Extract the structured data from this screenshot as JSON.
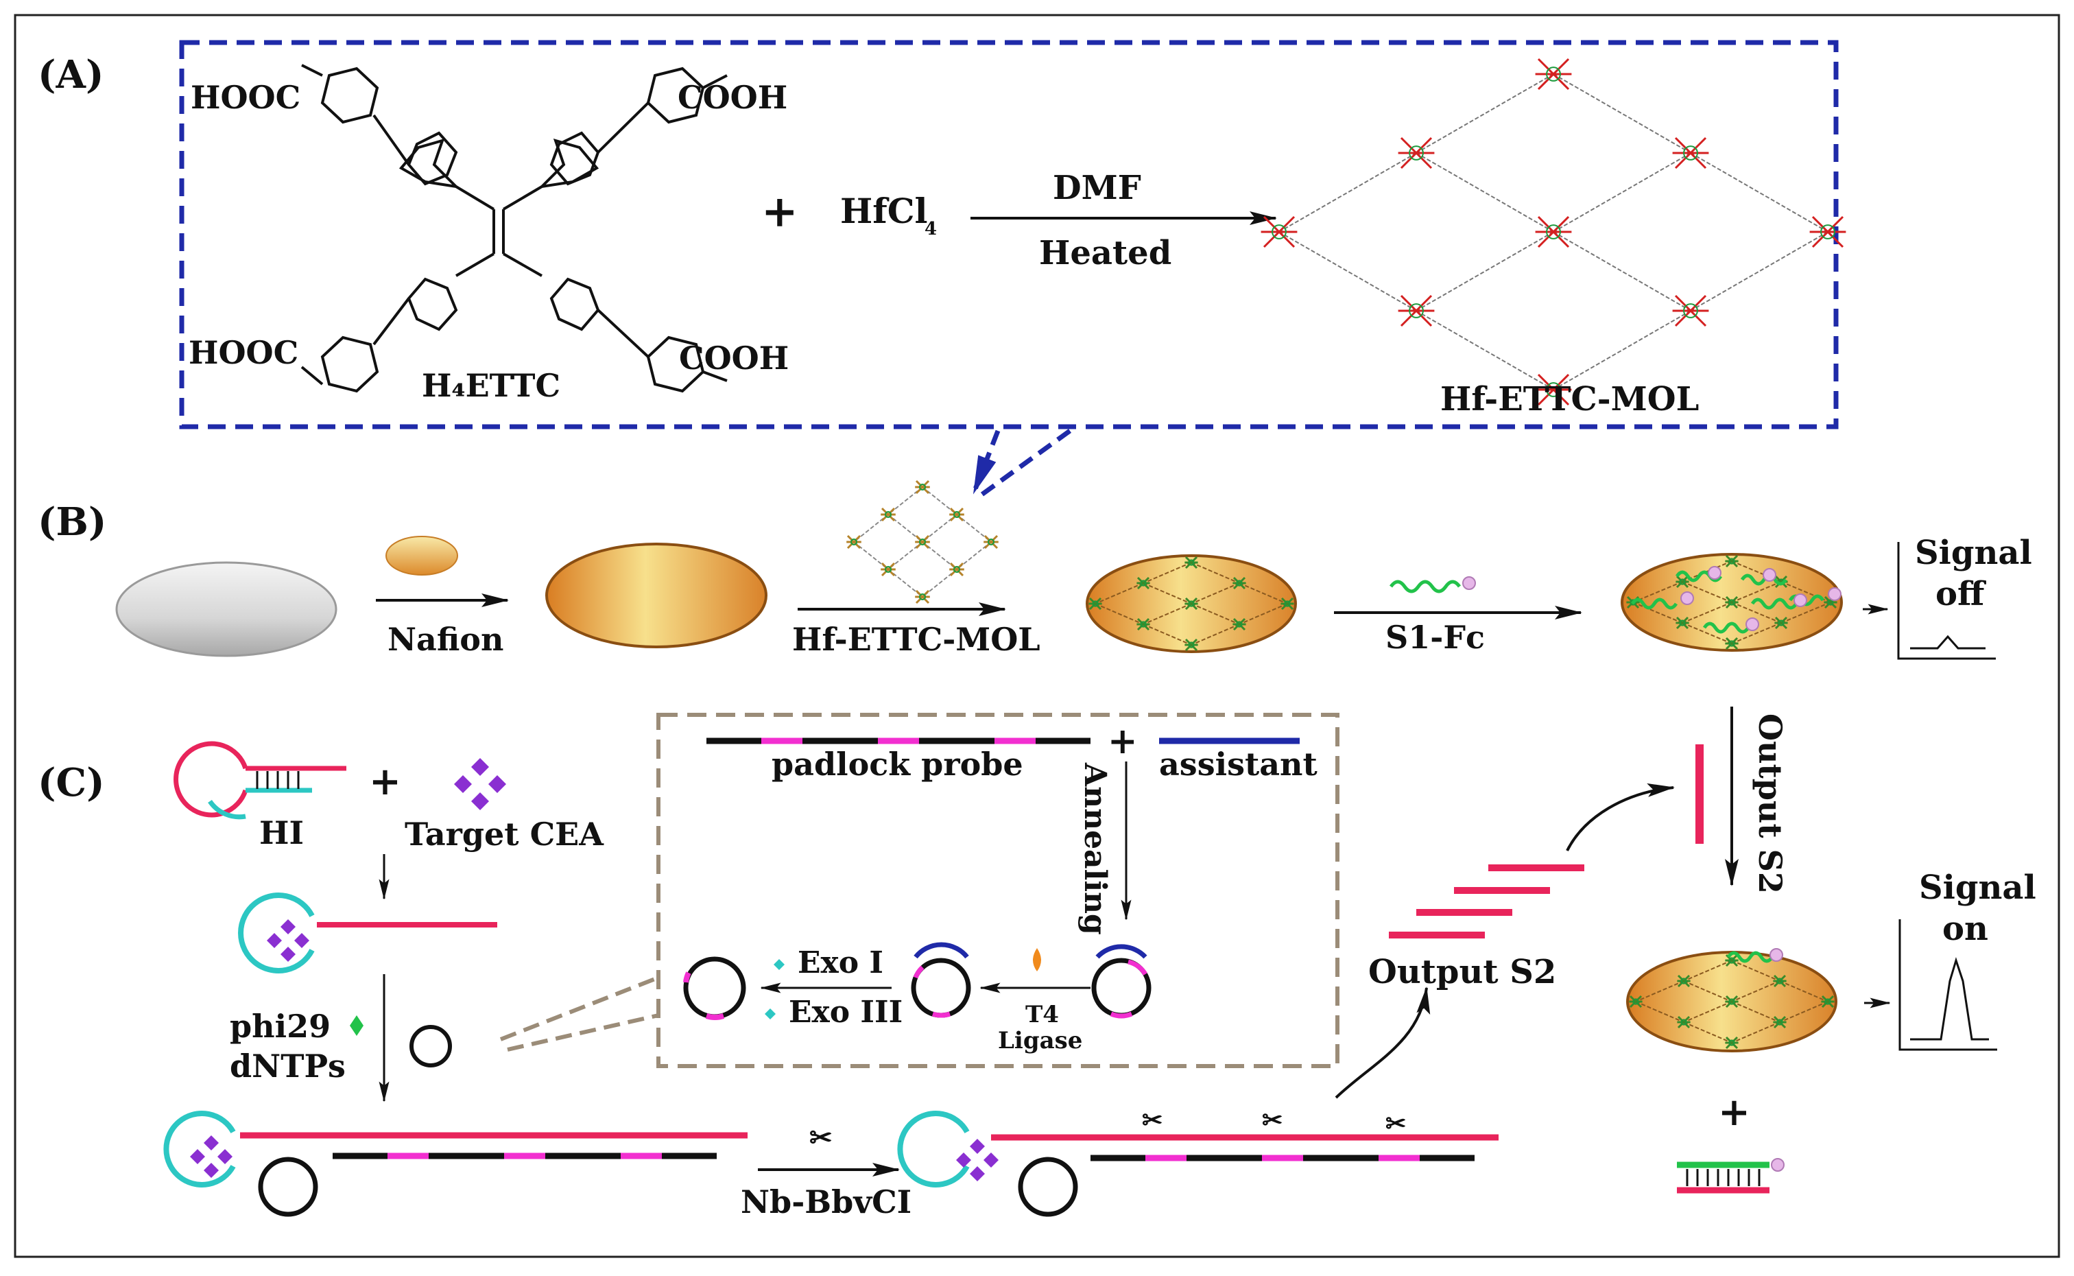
{
  "panels": {
    "a": "(A)",
    "b": "(B)",
    "c": "(C)"
  },
  "section_a": {
    "acid_groups": [
      "HOOC",
      "COOH",
      "HOOC",
      "COOH"
    ],
    "ligand_label": "H₄ETTC",
    "plus": "+",
    "metal_salt": "HfCl",
    "metal_salt_subscript": "4",
    "reaction_solvent": "DMF",
    "reaction_condition": "Heated",
    "product_label": "Hf-ETTC-MOL"
  },
  "section_b": {
    "step1_label": "Nafion",
    "step2_label": "Hf-ETTC-MOL",
    "step3_label": "S1-Fc",
    "signal_off_line1": "Signal",
    "signal_off_line2": "off",
    "output_label": "Output S2"
  },
  "section_c": {
    "hairpin_label": "HI",
    "plus": "+",
    "target_label": "Target CEA",
    "padlock_label": "padlock probe",
    "assistant_label": "assistant",
    "annealing_label": "Annealing",
    "exo1_label": "Exo I",
    "exo3_label": "Exo III",
    "ligase_line1": "T4",
    "ligase_line2": "Ligase",
    "phi29_label": "phi29",
    "dntps_label": "dNTPs",
    "nicking_label": "Nb-BbvCI",
    "output_s2_label": "Output S2",
    "signal_on_line1": "Signal",
    "signal_on_line2": "on",
    "plus_bottom": "+"
  },
  "colors": {
    "frame_blue": "#1f2aa8",
    "dna_red": "#e8245b",
    "dna_magenta": "#f22fd0",
    "dna_cyan": "#2cc7c3",
    "dna_green": "#22c24a",
    "cea_purple": "#8a2fd1",
    "electrode_gold": "#e79a36",
    "inset_border": "#9b8c78"
  }
}
